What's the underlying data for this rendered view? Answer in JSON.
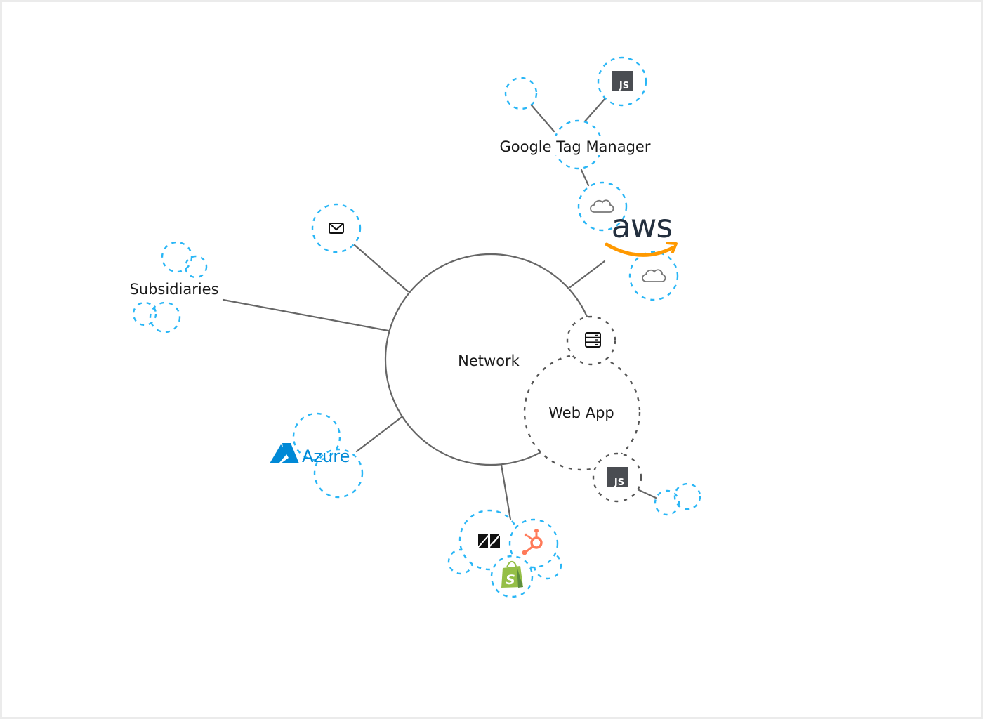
{
  "diagram": {
    "title": "Network",
    "center_node": {
      "label": "Network"
    },
    "nodes": {
      "google_tag_manager": {
        "label": "Google Tag Manager"
      },
      "aws": {
        "label": "aws"
      },
      "subsidiaries": {
        "label": "Subsidiaries"
      },
      "azure": {
        "label": "Azure"
      },
      "web_app": {
        "label": "Web App"
      },
      "js_gtm": {
        "label": "JS"
      },
      "js_webapp": {
        "label": "JS"
      }
    },
    "icons": [
      "javascript-icon",
      "cloud-icon",
      "aws-logo",
      "mail-icon",
      "server-icon",
      "azure-logo",
      "zendesk-logo",
      "hubspot-logo",
      "shopify-logo"
    ],
    "colors": {
      "dashed_external": "#29b6f6",
      "dashed_internal": "#555555",
      "edge": "#666666",
      "aws_text": "#232f3e",
      "aws_smile": "#ff9900",
      "azure": "#0089d6",
      "hubspot": "#ff7a59",
      "shopify": "#95bf47",
      "js_badge": "#4a4d52"
    }
  }
}
